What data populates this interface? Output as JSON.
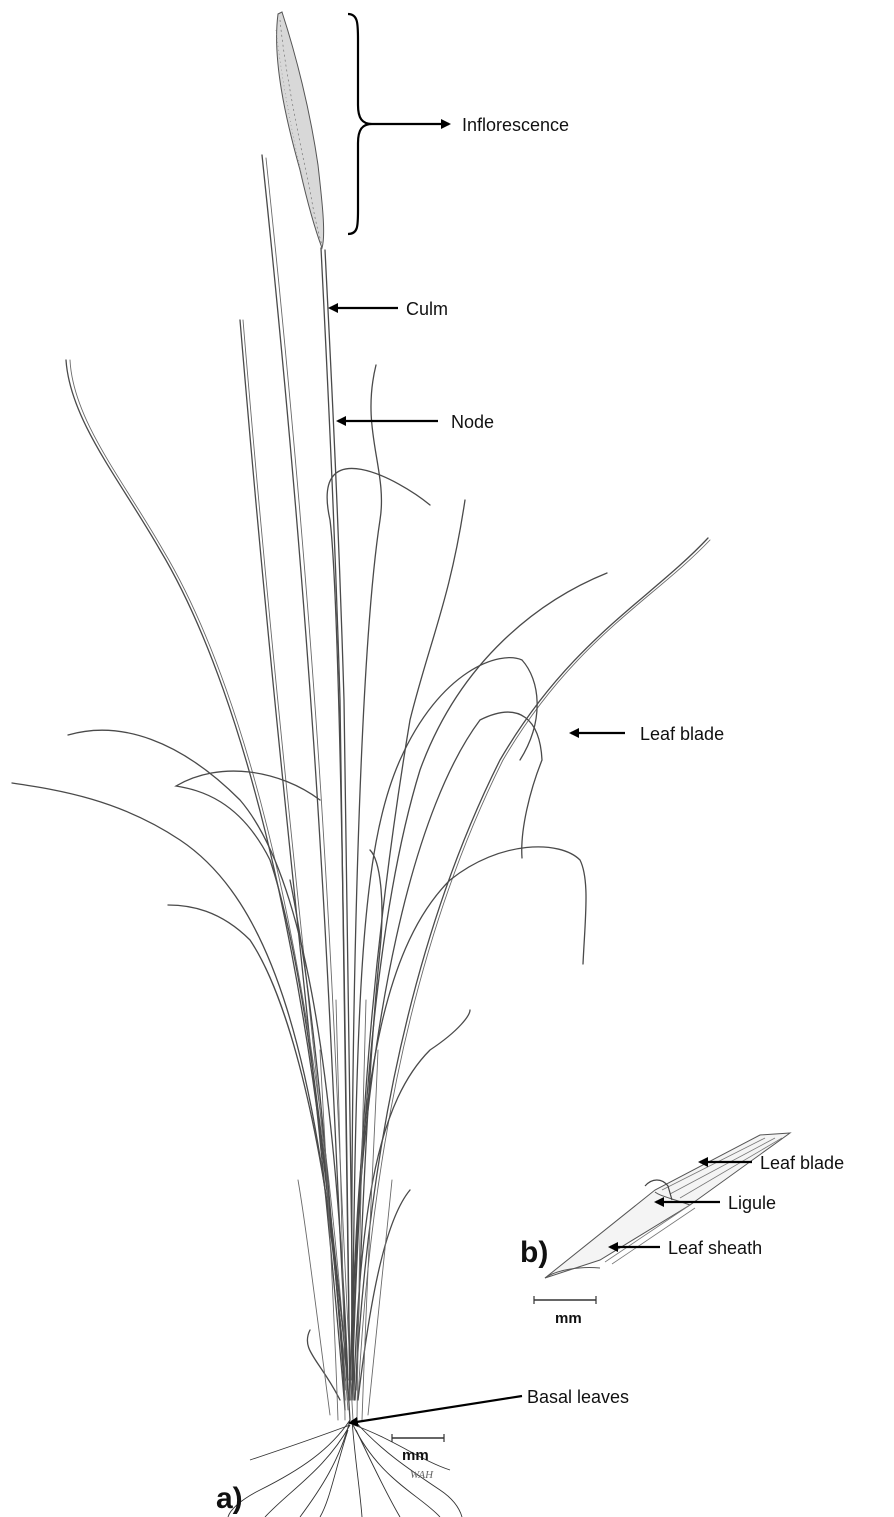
{
  "figure": {
    "labels": {
      "inflorescence": "Inflorescence",
      "culm": "Culm",
      "node": "Node",
      "leaf_blade_main": "Leaf blade",
      "basal_leaves": "Basal leaves",
      "leaf_blade_detail": "Leaf blade",
      "ligule": "Ligule",
      "leaf_sheath": "Leaf sheath"
    },
    "panels": {
      "a": "a)",
      "b": "b)"
    },
    "scale_bars": {
      "main_unit": "mm",
      "detail_unit": "mm"
    },
    "signature": "WAH"
  }
}
